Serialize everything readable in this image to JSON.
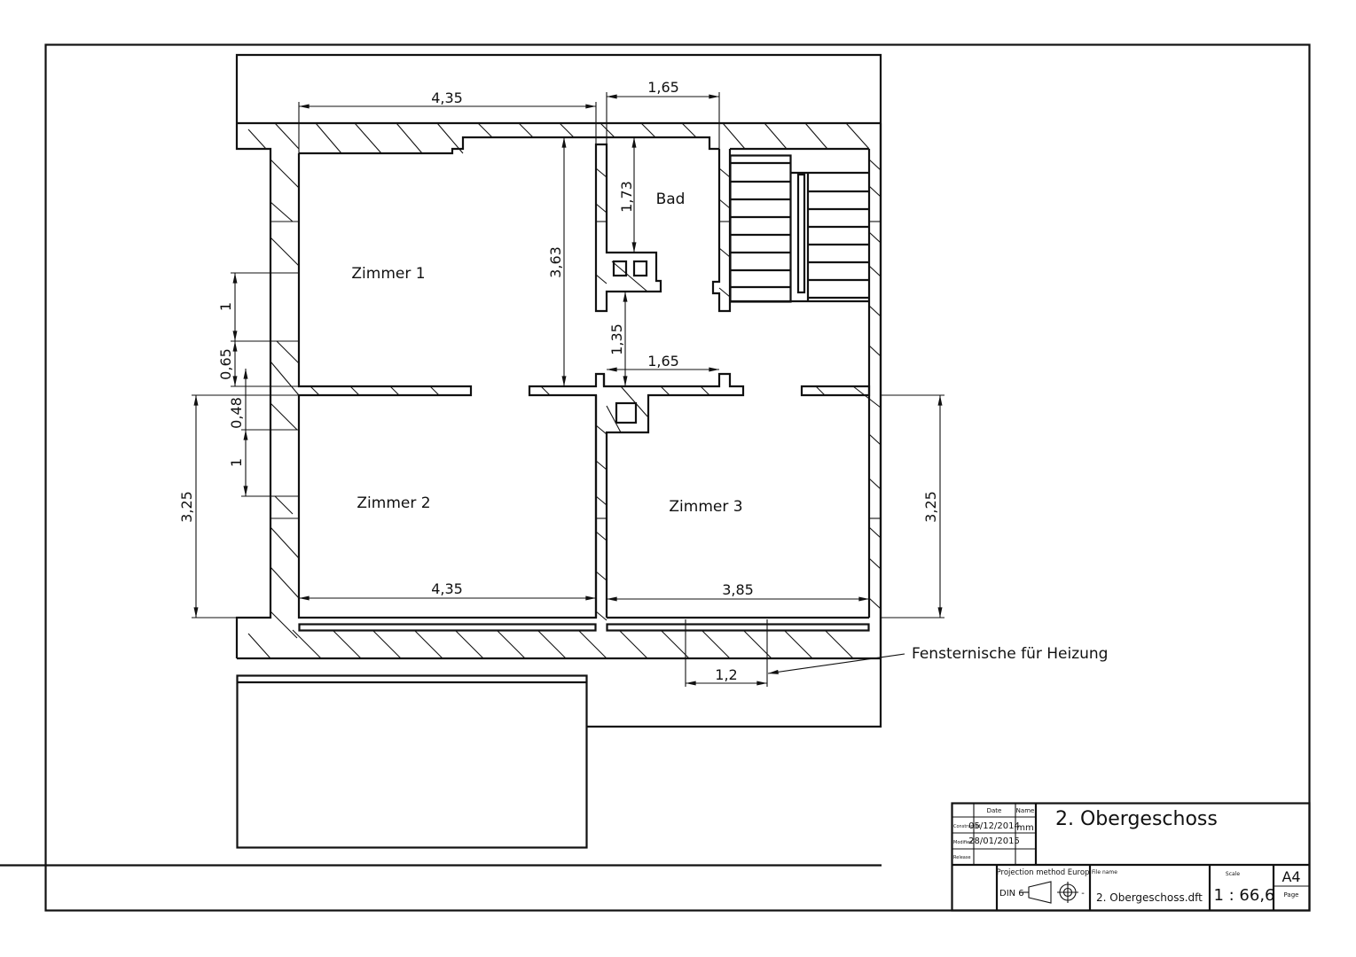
{
  "drawing": {
    "title": "2. Obergeschoss",
    "rooms": [
      {
        "id": "zimmer-1",
        "label": "Zimmer 1"
      },
      {
        "id": "zimmer-2",
        "label": "Zimmer 2"
      },
      {
        "id": "zimmer-3",
        "label": "Zimmer 3"
      },
      {
        "id": "bad",
        "label": "Bad"
      }
    ],
    "dimensions": {
      "top_zimmer1_width": "4,35",
      "top_bad_width": "1,65",
      "bad_depth": "1,73",
      "zimmer1_depth": "3,63",
      "corridor_depth": "1,35",
      "corridor_width": "1,65",
      "left_window1_height": "1",
      "left_wall_065": "0,65",
      "left_wall_048": "0,48",
      "left_window2_height": "1",
      "left_zimmer2_depth": "3,25",
      "right_zimmer3_depth": "3,25",
      "bottom_zimmer2_width": "4,35",
      "bottom_zimmer3_width": "3,85",
      "window_niche_width": "1,2"
    },
    "annotation": "Fensternische für Heizung"
  },
  "title_block": {
    "col_date": "Date",
    "col_name": "Name",
    "row_constructed": "Constructed",
    "row_modified": "Modified",
    "row_release": "Release",
    "constructed_date": "05/12/2014",
    "unit": "mm",
    "modified_date": "28/01/2015",
    "title": "2. Obergeschoss",
    "projection_label": "Projection method Europ",
    "projection_standard": "DIN 6",
    "projection_dash": "-",
    "file_name_label": "File name",
    "file_name": "2. Obergeschoss.dft",
    "scale_label": "Scale",
    "scale": "1 : 66,6",
    "paper_size": "A4",
    "page_label": "Page"
  }
}
